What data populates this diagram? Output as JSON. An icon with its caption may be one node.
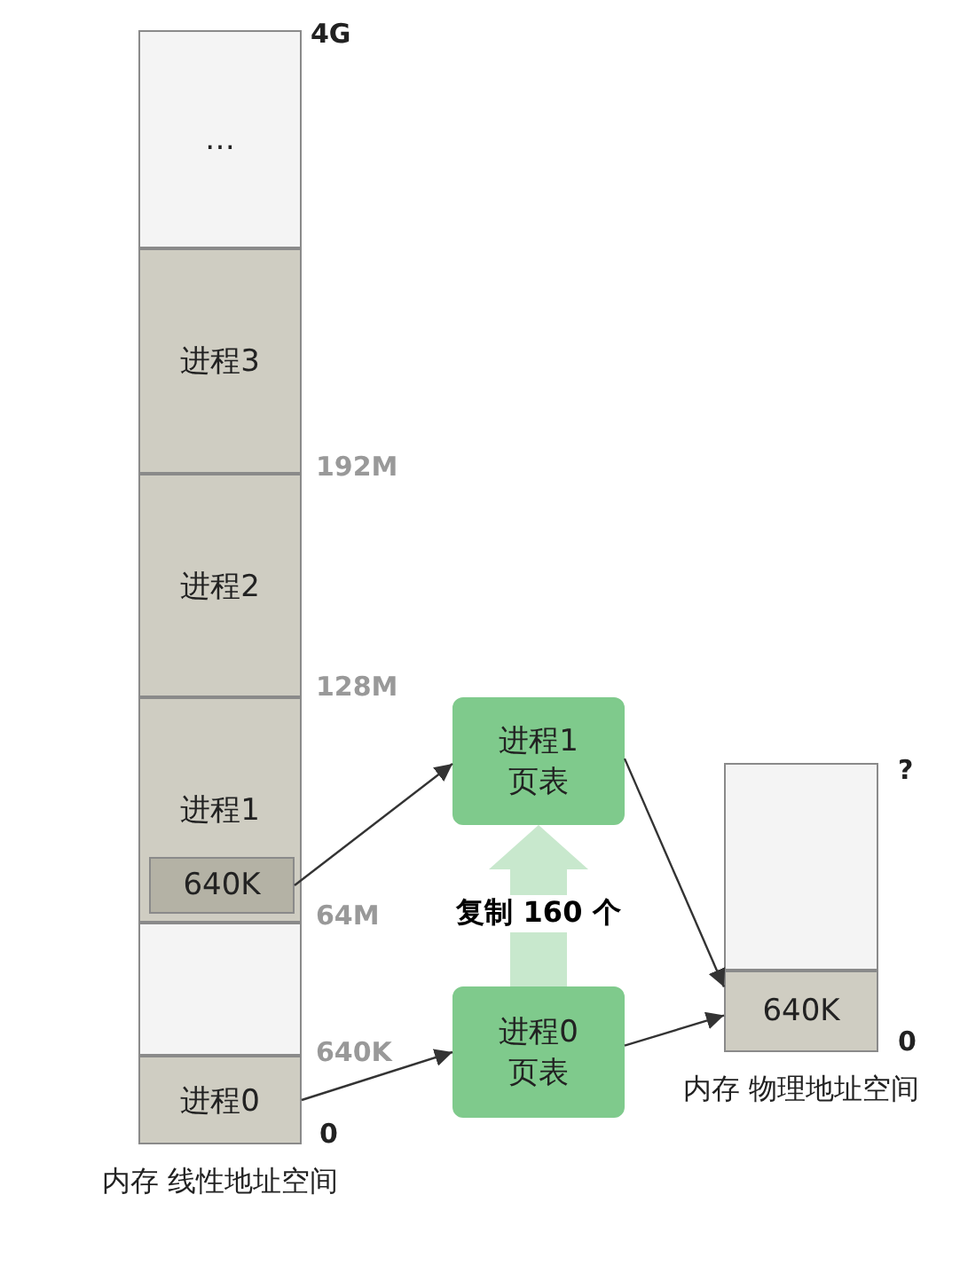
{
  "diagram": {
    "nodes": [
      {
        "text": [
          "内存 线性地址空间"
        ]
      },
      {
        "text": [
          "…"
        ],
        "in": 0
      },
      {
        "text": [
          "进程3"
        ],
        "in": 0
      },
      {
        "text": [
          "进程2"
        ],
        "in": 0
      },
      {
        "text": [
          "进程1"
        ],
        "in": 0
      },
      {
        "text": [
          "640K"
        ],
        "in": 4
      },
      {
        "text": [],
        "shape": "box",
        "in": 0
      },
      {
        "text": [
          "进程0"
        ],
        "in": 0
      },
      {
        "text": [
          "进程1 页表"
        ]
      },
      {
        "text": [
          "进程0 页表"
        ]
      },
      {
        "text": [
          "内存 物理地址空间"
        ]
      },
      {
        "text": [],
        "shape": "box",
        "in": 10
      },
      {
        "text": [
          "640K"
        ],
        "in": 10
      }
    ],
    "edges": [
      {
        "from": 5,
        "to": 8,
        "arrow": "to"
      },
      {
        "from": 8,
        "to": 12,
        "arrow": "to"
      },
      {
        "from": 7,
        "to": 9,
        "arrow": "to"
      },
      {
        "from": 9,
        "to": 12,
        "arrow": "to"
      },
      {
        "from": 9,
        "to": 8,
        "arrow": "to",
        "label": "复制 160 个",
        "style": "thick",
        "color": "#c8e8cd"
      }
    ],
    "labels": [
      "4G",
      "192M",
      "128M",
      "64M",
      "640K",
      "0",
      "?",
      "0"
    ]
  }
}
